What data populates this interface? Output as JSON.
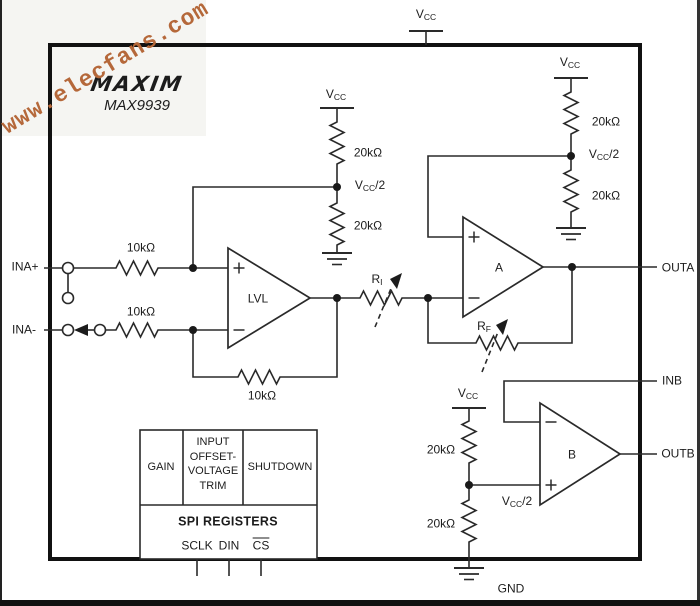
{
  "watermark": {
    "text": "www.elecfans.com",
    "color": "#b5683a"
  },
  "brand": {
    "logo": "MAXIM",
    "part": "MAX9939"
  },
  "power": {
    "vcc": {
      "main": "V",
      "sub": "CC"
    },
    "vcc_half": {
      "main": "V",
      "sub": "CC",
      "suffix": "/2"
    },
    "gnd": "GND"
  },
  "resistors": {
    "r10k": "10kΩ",
    "r20k": "20kΩ",
    "ri": {
      "main": "R",
      "sub": "I"
    },
    "rf": {
      "main": "R",
      "sub": "F"
    }
  },
  "pins": {
    "ina_plus": "INA+",
    "ina_minus": "INA-",
    "outa": "OUTA",
    "inb": "INB",
    "outb": "OUTB"
  },
  "opamps": {
    "lvl": "LVL",
    "a": "A",
    "b": "B"
  },
  "spi": {
    "gain": "GAIN",
    "trim_lines": [
      "INPUT",
      "OFFSET-",
      "VOLTAGE",
      "TRIM"
    ],
    "shutdown": "SHUTDOWN",
    "title": "SPI REGISTERS",
    "pins": [
      "SCLK",
      "DIN",
      "CS"
    ]
  }
}
